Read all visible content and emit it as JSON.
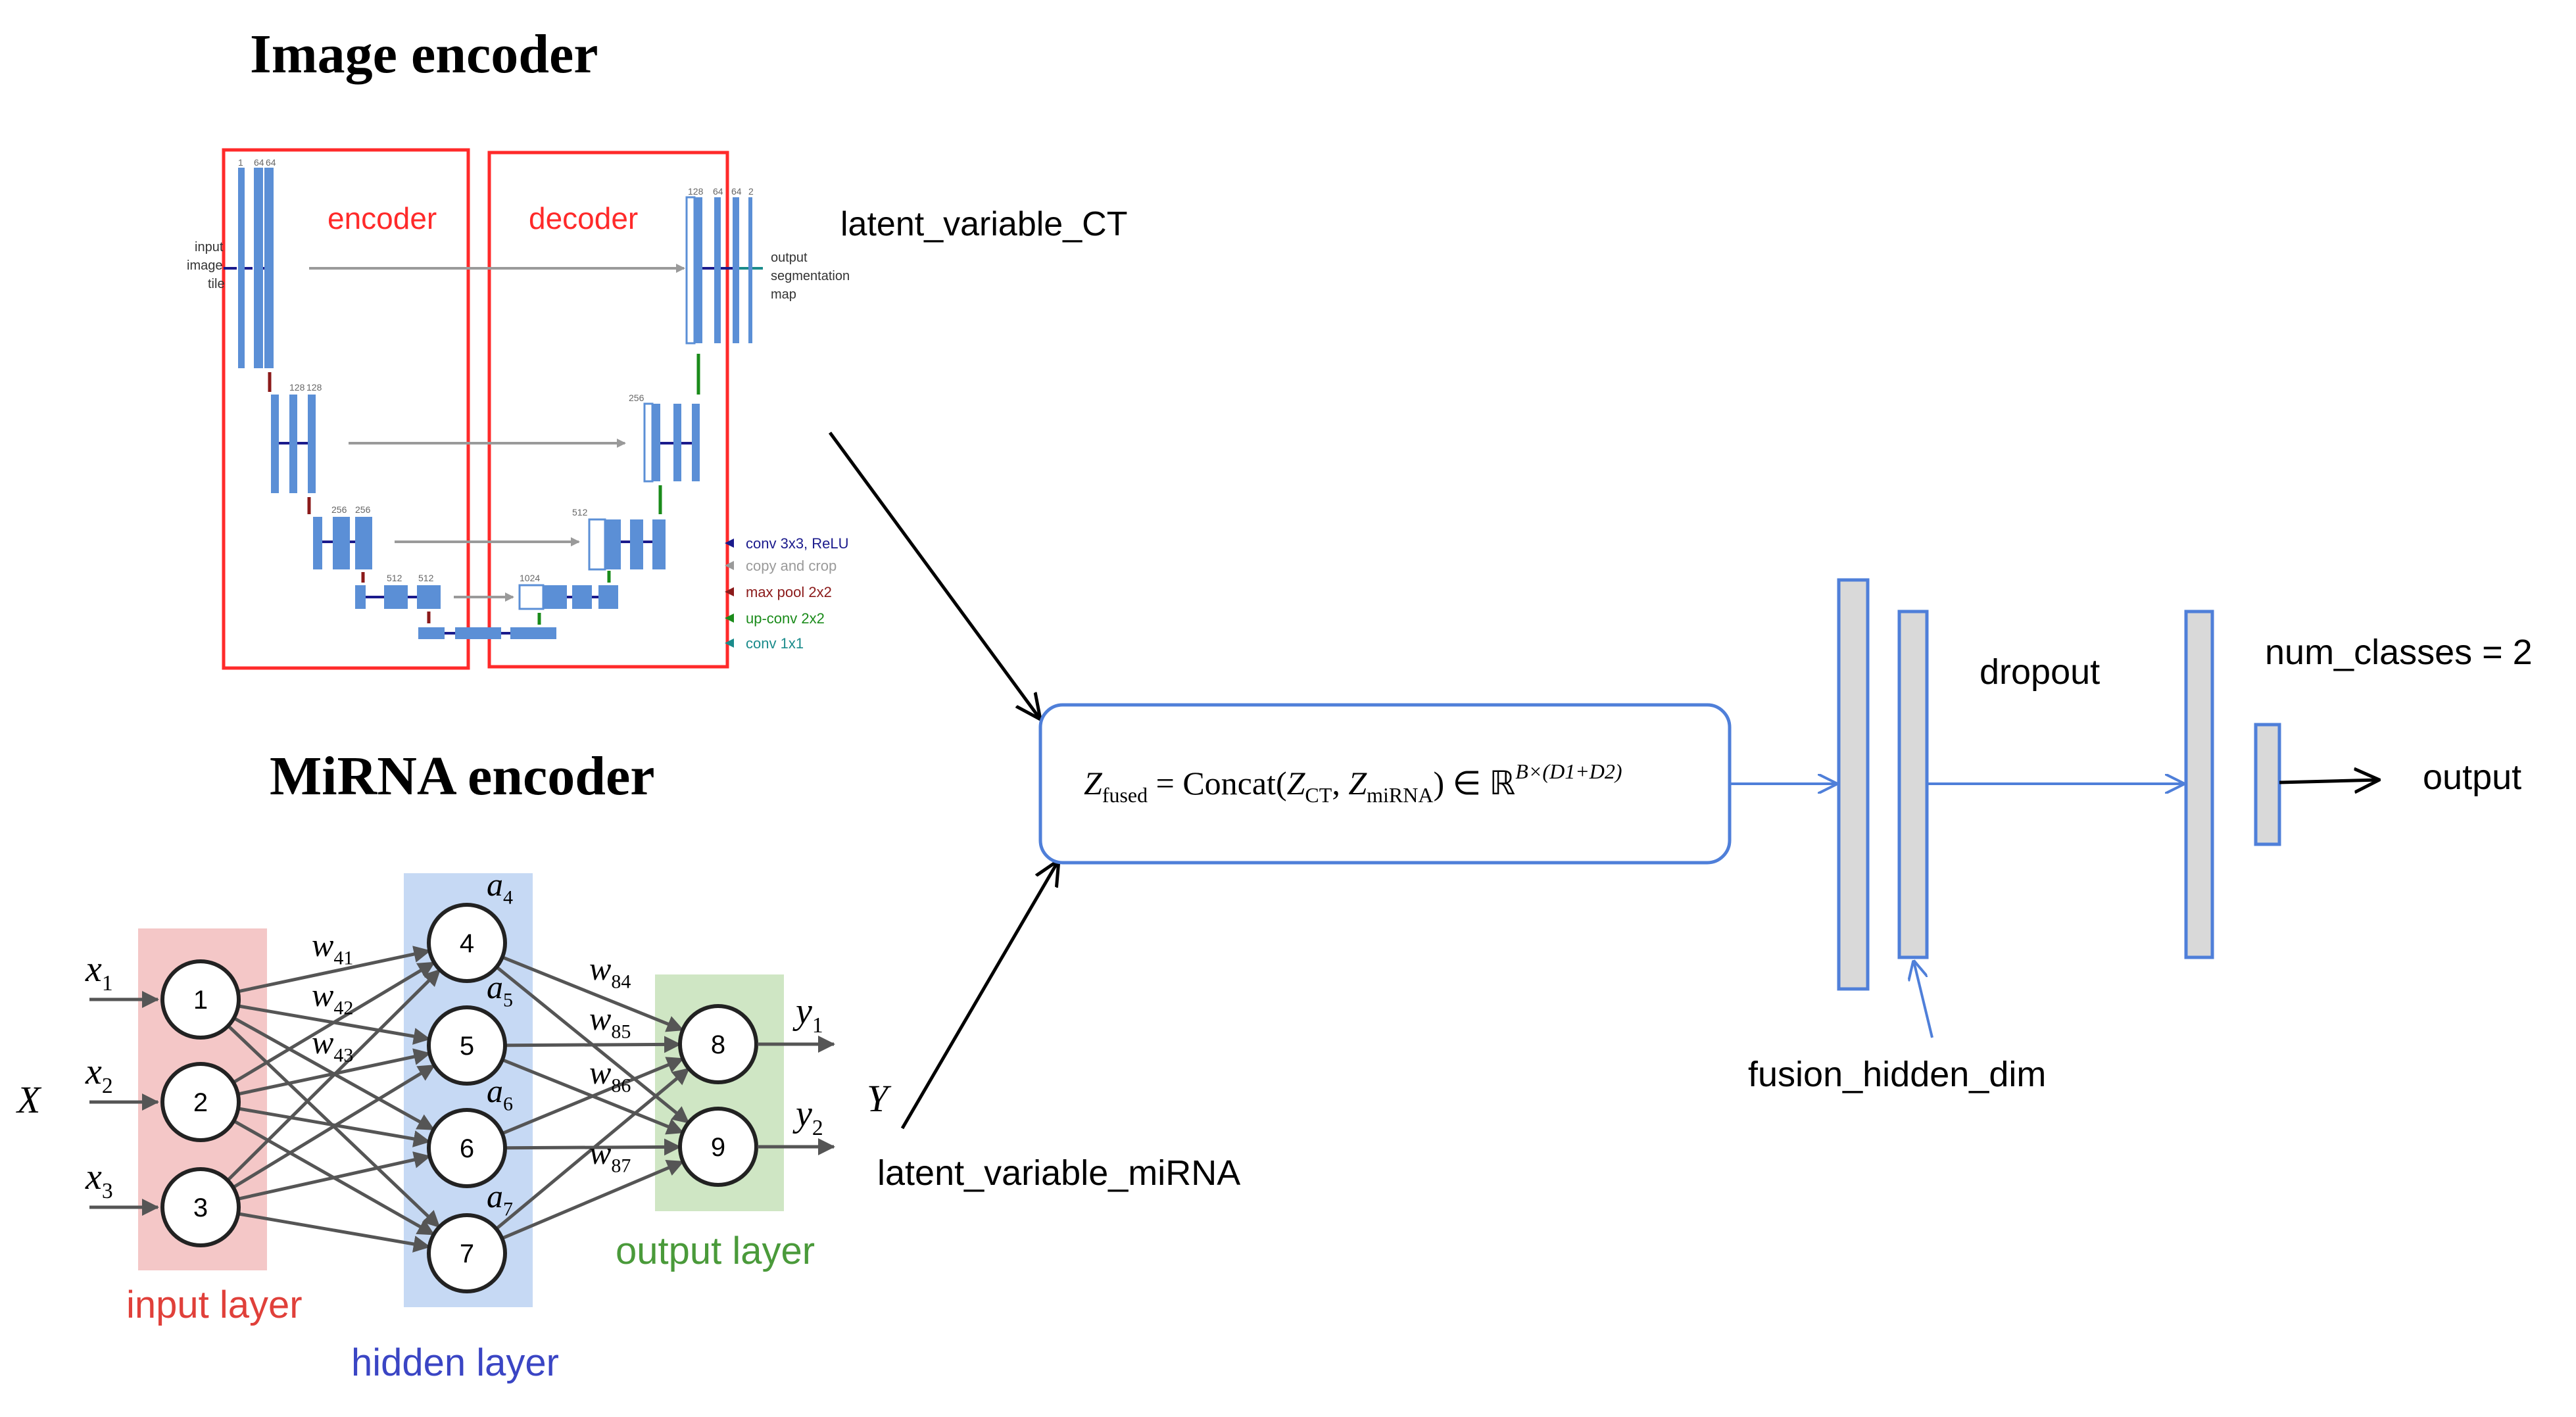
{
  "titles": {
    "image_encoder": "Image encoder",
    "mirna_encoder": "MiRNA encoder"
  },
  "unet": {
    "encoder_label": "encoder",
    "decoder_label": "decoder",
    "input_label_1": "input",
    "input_label_2": "image",
    "input_label_3": "tile",
    "output_label_1": "output",
    "output_label_2": "segmentation",
    "output_label_3": "map",
    "legend": [
      {
        "label": "conv 3x3, ReLU",
        "color": "#1a1a8c"
      },
      {
        "label": "copy and crop",
        "color": "#9a9a9a"
      },
      {
        "label": "max pool 2x2",
        "color": "#8b1a1a"
      },
      {
        "label": "up-conv 2x2",
        "color": "#1a8b1a"
      },
      {
        "label": "conv 1x1",
        "color": "#1a8b8b"
      }
    ],
    "channel_labels": [
      "1",
      "64",
      "64",
      "128",
      "128",
      "256",
      "256",
      "512",
      "512",
      "1024",
      "512",
      "256",
      "128",
      "64",
      "64",
      "2"
    ]
  },
  "labels": {
    "latent_ct": "latent_variable_CT",
    "latent_mirna": "latent_variable_miRNA",
    "dropout": "dropout",
    "num_classes": "num_classes = 2",
    "output": "output",
    "fusion_hidden_dim": "fusion_hidden_dim"
  },
  "formula": {
    "z": "Z",
    "z_sub": "fused",
    "eq": " = Concat(",
    "zct": "Z",
    "zct_sub": "CT",
    "comma": ", ",
    "zmi": "Z",
    "zmi_sub": "miRNA",
    "close": ") ∈ ℝ",
    "sup": "B×(D1+D2)"
  },
  "nn": {
    "x_label": "X",
    "y_label": "Y",
    "inputs": [
      "x",
      "x",
      "x"
    ],
    "input_subs": [
      "1",
      "2",
      "3"
    ],
    "outputs": [
      "y",
      "y"
    ],
    "output_subs": [
      "1",
      "2"
    ],
    "input_nodes": [
      "1",
      "2",
      "3"
    ],
    "hidden_nodes": [
      "4",
      "5",
      "6",
      "7"
    ],
    "output_nodes": [
      "8",
      "9"
    ],
    "activations": [
      "a",
      "a",
      "a",
      "a"
    ],
    "activation_subs": [
      "4",
      "5",
      "6",
      "7"
    ],
    "weights_in": [
      "w",
      "w",
      "w"
    ],
    "weights_in_subs": [
      "41",
      "42",
      "43"
    ],
    "weights_out": [
      "w",
      "w",
      "w",
      "w"
    ],
    "weights_out_subs": [
      "84",
      "85",
      "86",
      "87"
    ],
    "input_layer_label": "input layer",
    "hidden_layer_label": "hidden layer",
    "output_layer_label": "output layer"
  },
  "colors": {
    "red": "#ff2a2a",
    "blue_line": "#4f7fd9",
    "box_fill": "#d9d9d9",
    "unet_block": "#5b8fd6",
    "input_band": "#f4c7c7",
    "hidden_band": "#c6d9f4",
    "output_band": "#cfe6c4"
  }
}
